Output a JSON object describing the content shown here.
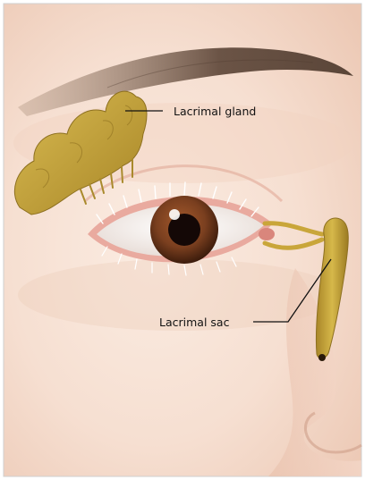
{
  "labels": {
    "gland": "Lacrimal gland",
    "sac": "Lacrimal sac"
  },
  "colors": {
    "skin_light": "#f9e6da",
    "skin_mid": "#efcbb6",
    "skin_shadow": "#dba994",
    "gland": "#c9a63a",
    "gland_dark": "#8d7020",
    "iris": "#7a3f1f",
    "pupil": "#140806",
    "brow": "#6b5446",
    "lid_pink": "#e7a59c",
    "label_text": "#111111"
  },
  "icons": {
    "gland": "lacrimal-gland-shape",
    "sac": "lacrimal-sac-shape"
  }
}
